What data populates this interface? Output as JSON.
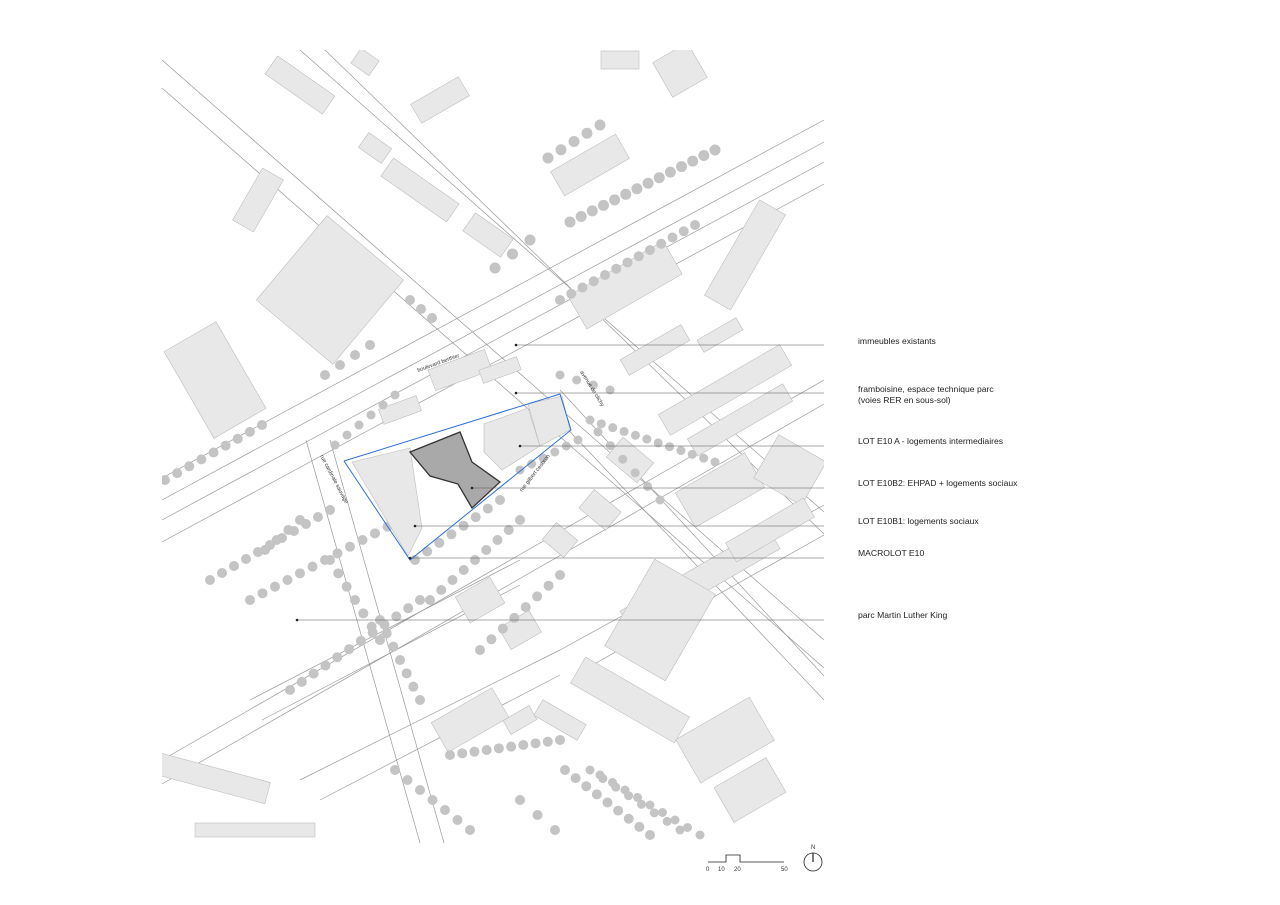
{
  "map": {
    "streets": {
      "boulevard": "boulevard berthier",
      "avenue": "avenue de clichy",
      "rue_gilbert": "rue gilbert cesbron",
      "rue_sauvage": "rue cardinale sauvage"
    }
  },
  "legend": [
    {
      "id": "existing",
      "text": "immeubles existants"
    },
    {
      "id": "framboisine",
      "text": "framboisine, espace technique parc\n(voies RER en sous-sol)"
    },
    {
      "id": "lot-e10a",
      "text": "LOT E10 A - logements intermediaires"
    },
    {
      "id": "lot-e10b2",
      "text": "LOT E10B2: EHPAD + logements sociaux"
    },
    {
      "id": "lot-e10b1",
      "text": "LOT E10B1: logements sociaux"
    },
    {
      "id": "macrolot",
      "text": "MACROLOT E10"
    },
    {
      "id": "parc",
      "text": "parc Martin Luther King"
    }
  ],
  "scale": {
    "ticks": [
      "0",
      "10",
      "20",
      "50"
    ]
  },
  "north": {
    "label": "N"
  },
  "colors": {
    "building": "#e8e8e8",
    "building_stroke": "#bdbdbd",
    "tree": "#c4c4c4",
    "road_line": "#9a9a9a",
    "lot_highlight": "#a9a9a9",
    "boundary": "#2b6fd6",
    "leader": "#555555"
  }
}
